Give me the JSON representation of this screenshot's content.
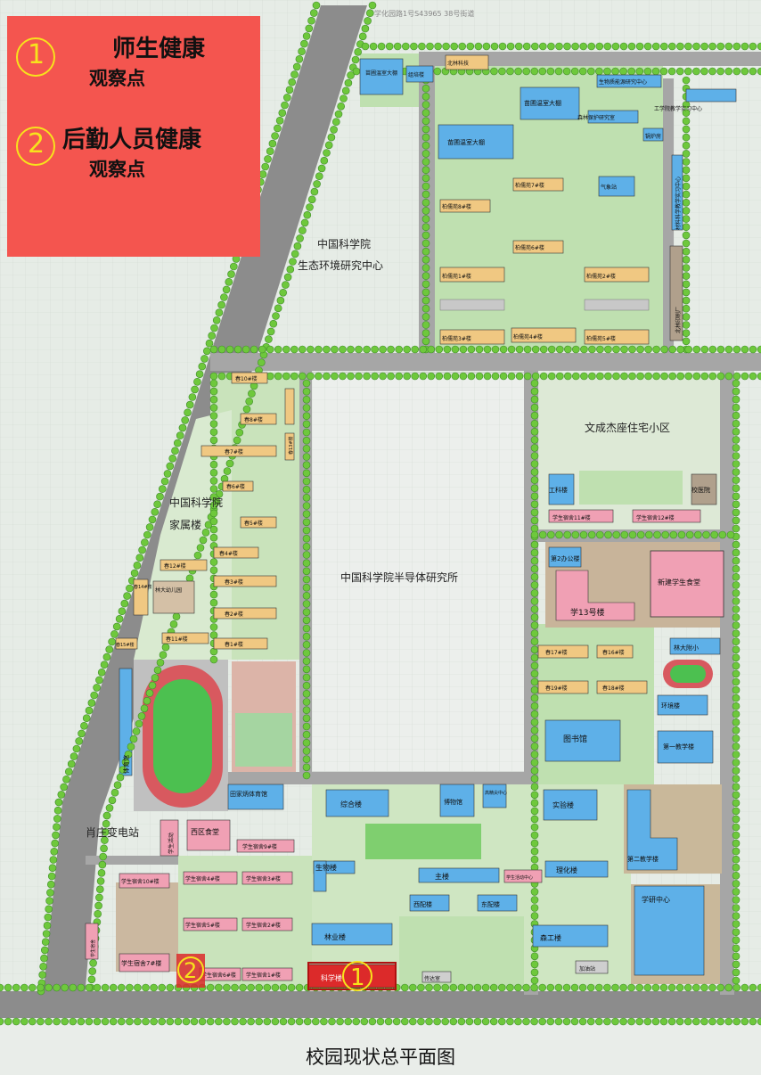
{
  "legend": {
    "item1": {
      "number": "1",
      "title": "师生健康",
      "subtitle": "观察点"
    },
    "item2": {
      "number": "2",
      "title": "后勤人员健康",
      "subtitle": "观察点"
    }
  },
  "top_road_label": "学化园路1号S43965 38号街道",
  "areas": {
    "eco_center_line1": "中国科学院",
    "eco_center_line2": "生态环境研究中心",
    "semiconductor": "中国科学院半导体研究所",
    "cas_family_line1": "中国科学院",
    "cas_family_line2": "家属楼",
    "wencheng": "文成杰座住宅小区",
    "substation": "肖庄变电站"
  },
  "buildings": {
    "greenhouse1": "苗圃温室大棚",
    "greenhouse2": "苗圃温室大棚",
    "greenhouse3": "苗圃温室大棚",
    "cultivation": "组培楼",
    "beilin": "北林科技",
    "bio_center": "生物质能源研究中心",
    "forest_inst": "森林保护研究室",
    "eng_center": "工学院教学实习中心",
    "boiler": "锅炉房",
    "weather": "气象站",
    "bailin8": "柏儒苑8#楼",
    "bailin7": "柏儒苑7#楼",
    "bailin6": "柏儒苑6#楼",
    "bailin1": "柏儒苑1#楼",
    "bailin2": "柏儒苑2#楼",
    "bailin3": "柏儒苑3#楼",
    "bailin4": "柏儒苑4#楼",
    "bailin5": "柏儒苑5#楼",
    "science_center": "材料科学教学实习中心",
    "print_factory": "北林印刷厂",
    "chun10": "春10#楼",
    "chun8": "春8#楼",
    "chun7": "春7#楼",
    "chun6": "春6#楼",
    "chun5": "春5#楼",
    "chun4": "春4#楼",
    "chun3": "春3#楼",
    "chun2": "春2#楼",
    "chun1": "春1#楼",
    "chun11": "春11#楼",
    "chun12": "春12#楼",
    "chun13": "春13#楼",
    "chun14": "春14#楼",
    "chun15": "春15#楼",
    "kindergarten": "林大幼儿园",
    "gym_side": "体育馆",
    "national_gym": "田家炳体育馆",
    "engineering": "工科楼",
    "hospital": "校医院",
    "dorm11": "学生宿舍11#楼",
    "dorm12": "学生宿舍12#楼",
    "office2": "第2办公楼",
    "xue13": "学13号楼",
    "new_canteen": "新建学生食堂",
    "chun17": "春17#楼",
    "chun16": "春16#楼",
    "chun19": "春19#楼",
    "chun18": "春18#楼",
    "linda_primary": "林大附小",
    "environment": "环境楼",
    "library": "图书馆",
    "teaching1": "第一教学楼",
    "comprehensive": "综合楼",
    "museum": "博物馆",
    "gaozhi": "高精尖中心",
    "lab": "实验楼",
    "west_canteen": "西区食堂",
    "student_service": "学生活动",
    "dorm9": "学生宿舍9#楼",
    "dorm10": "学生宿舍10#楼",
    "dorm4": "学生宿舍4#楼",
    "dorm3": "学生宿舍3#楼",
    "dorm5": "学生宿舍5#楼",
    "dorm2": "学生宿舍2#楼",
    "dorm7": "学生宿舍7#楼",
    "dorm6": "学生宿舍6#楼",
    "dorm1": "学生宿舍1#楼",
    "dorm_small": "学生宿舍",
    "biology": "生物楼",
    "main": "主楼",
    "west_wing": "西配楼",
    "east_wing": "东配楼",
    "student_center": "学生活动中心",
    "chemistry": "理化楼",
    "teaching2": "第二教学楼",
    "forestry": "林业楼",
    "senggong": "森工楼",
    "research_center": "学研中心",
    "sci_bldg": "科学楼",
    "guard": "传达室",
    "processing": "加油站"
  },
  "markers": {
    "m1": "1",
    "m2": "2"
  },
  "caption": "校园现状总平面图",
  "colors": {
    "legend_bg": "#f4554f",
    "legend_accent": "#f7e31c",
    "road": "#8c8c8c",
    "tree_green": "#6ec83c",
    "building_blue": "#5eb0e8",
    "building_orange": "#f0c882",
    "building_pink": "#f0a0b4",
    "track_red": "#d8595f",
    "field_green": "#4cc050",
    "marker_red": "#dc2a2a"
  }
}
